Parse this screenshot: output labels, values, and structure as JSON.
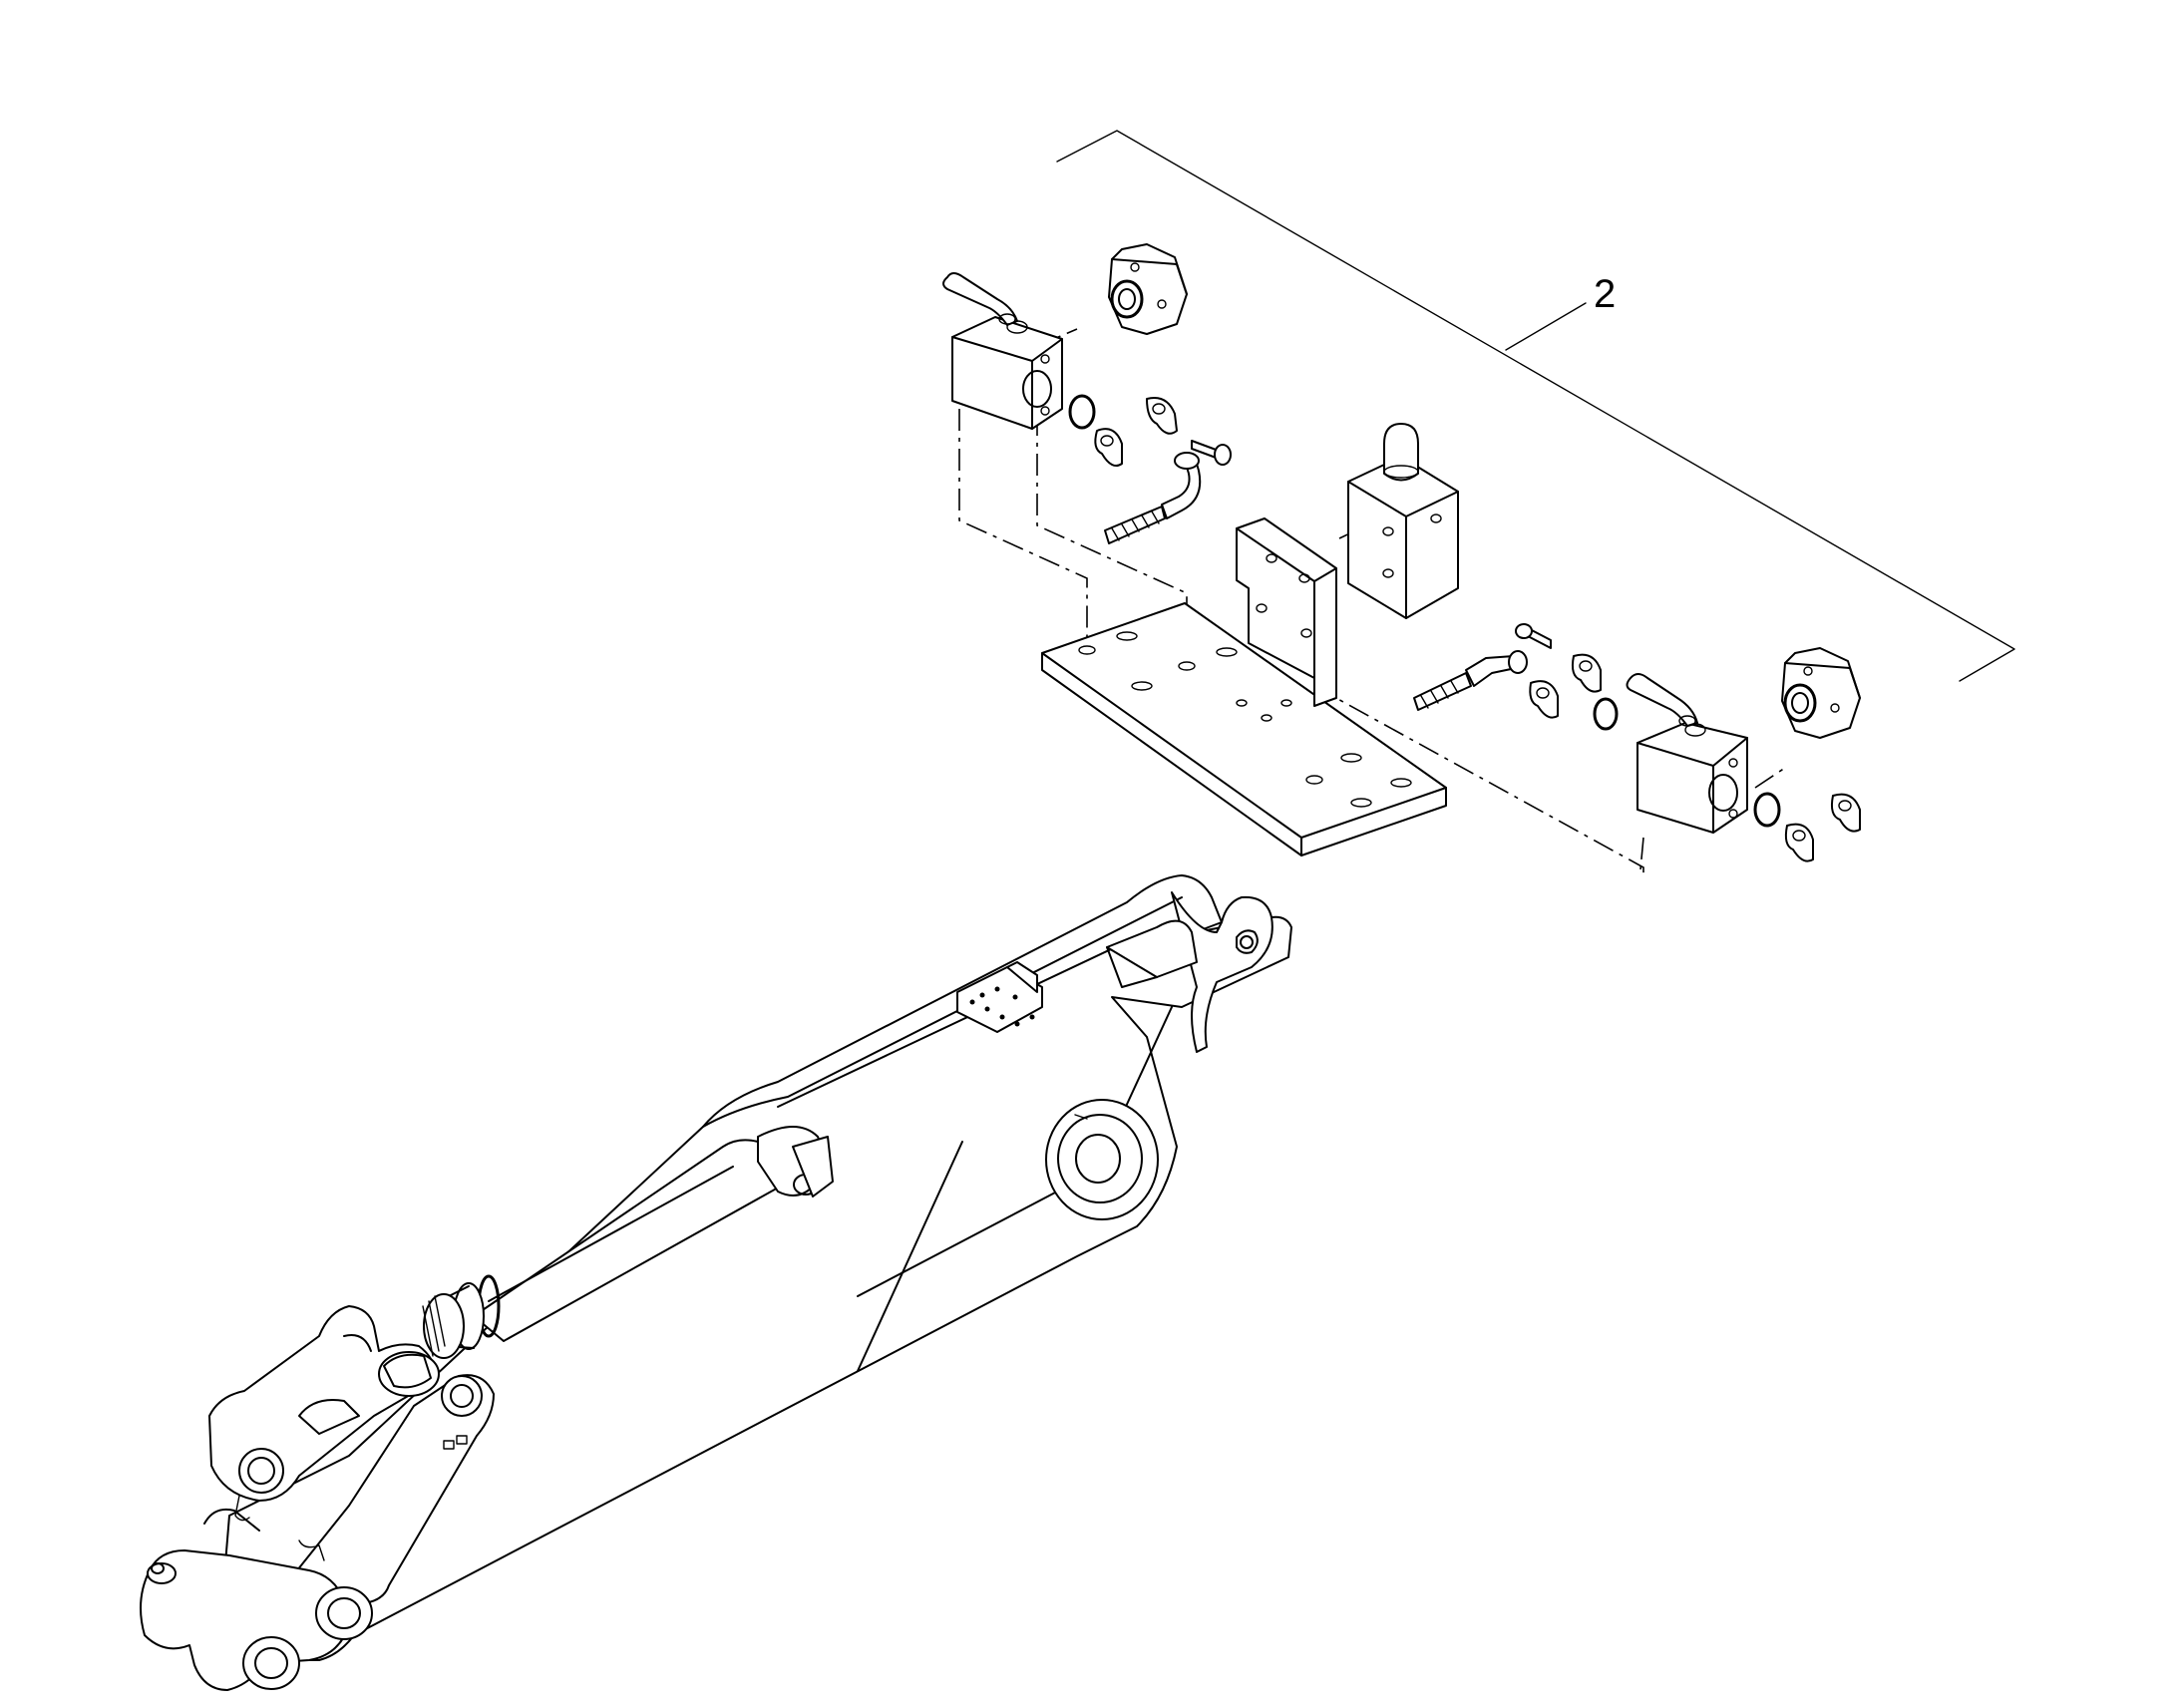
{
  "diagram": {
    "callouts": [
      {
        "label": "2"
      }
    ]
  },
  "colors": {
    "line": "#000000",
    "background": "#ffffff"
  },
  "parts": [
    "dipper-arm-assembly",
    "mounting-plate",
    "upright-bracket",
    "ball-valve-left",
    "ball-valve-right",
    "flange-left",
    "flange-right",
    "o-ring",
    "split-flange-clamp",
    "cap-screw",
    "hose-left",
    "hose-right",
    "check-valve-block"
  ]
}
